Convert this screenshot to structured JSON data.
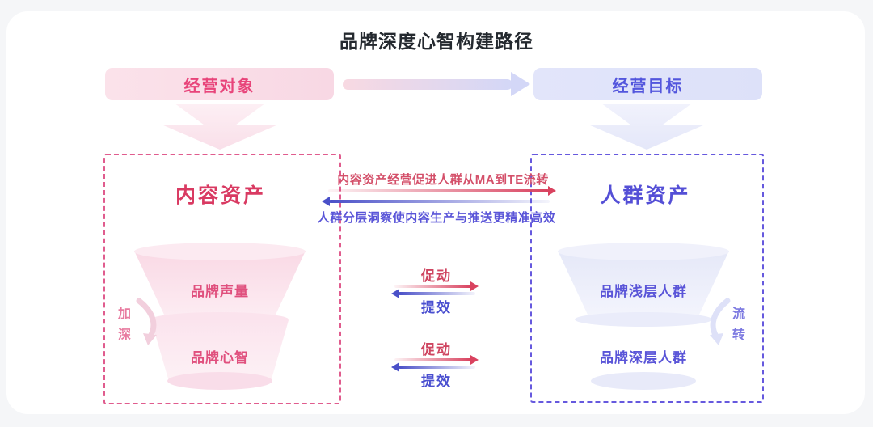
{
  "title": "品牌深度心智构建路径",
  "top_flow": {
    "left_pill": "经营对象",
    "right_pill": "经营目标"
  },
  "content_assets": {
    "title": "内容资产",
    "funnel_layers": [
      "品牌声量",
      "品牌心智"
    ],
    "side_label": "加深"
  },
  "audience_assets": {
    "title": "人群资产",
    "funnel_layers": [
      "品牌浅层人群",
      "品牌深层人群"
    ],
    "side_label": "流转"
  },
  "center_flows": {
    "to_right_text": "内容资产经营促进人群从MA到TE流转",
    "to_left_text": "人群分层洞察使内容生产与推送更精准高效",
    "arrow_pairs": [
      {
        "promote": "促动",
        "improve": "提效"
      },
      {
        "promote": "促动",
        "improve": "提效"
      }
    ]
  },
  "colors": {
    "pink_accent": "#e8447a",
    "pink_deep": "#d9425f",
    "pink_border": "#e05c8e",
    "blue_accent": "#5356dd",
    "blue_deep": "#4a50c8",
    "blue_border": "#6659de",
    "card_bg": "#ffffff",
    "page_bg": "#f5f6f8"
  }
}
